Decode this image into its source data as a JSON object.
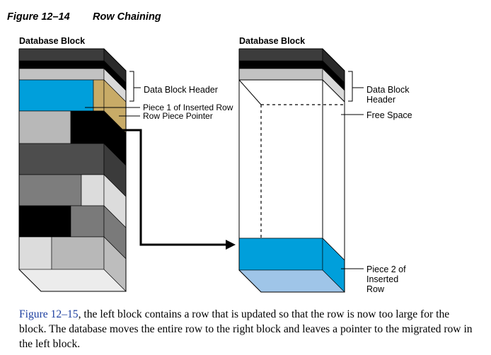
{
  "figure": {
    "number": "Figure 12–14",
    "title": "Row Chaining"
  },
  "left_block": {
    "heading": "Database Block",
    "labels": {
      "header": "Data Block Header",
      "piece1": "Piece 1 of Inserted Row",
      "pointer": "Row Piece Pointer"
    }
  },
  "right_block": {
    "heading": "Database Block",
    "labels": {
      "header_line1": "Data Block",
      "header_line2": "Header",
      "free_space": "Free Space",
      "piece2_line1": "Piece 2 of",
      "piece2_line2": "Inserted",
      "piece2_line3": "Row"
    }
  },
  "colors": {
    "inserted_row": "#009fdb",
    "inserted_row_bottom": "#9fc5e8",
    "row_piece_pointer": "#c8ab67"
  },
  "caption": {
    "link": "Figure 12–15",
    "text": ", the left block contains a row that is updated so that the row is now too large for the block. The database moves the entire row to the right block and leaves a pointer to the migrated row in the left block."
  }
}
